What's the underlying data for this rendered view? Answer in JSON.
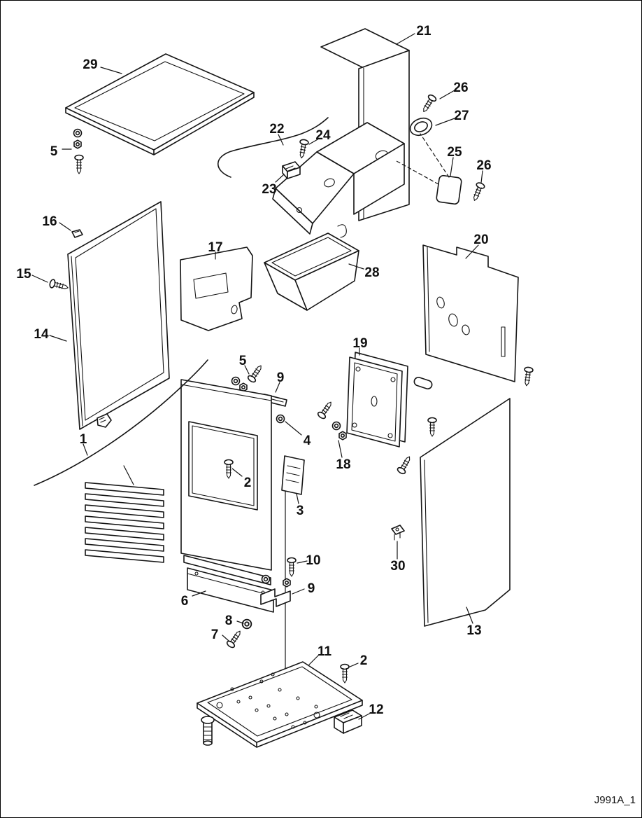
{
  "diagram": {
    "code": "J991A_1",
    "callouts": {
      "c21": "21",
      "c29": "29",
      "c26a": "26",
      "c27": "27",
      "c5a": "5",
      "c22": "22",
      "c24": "24",
      "c25": "25",
      "c26b": "26",
      "c23": "23",
      "c16": "16",
      "c17": "17",
      "c20": "20",
      "c15": "15",
      "c28": "28",
      "c14": "14",
      "c19": "19",
      "c5b": "5",
      "c9a": "9",
      "c4": "4",
      "c18": "18",
      "c1": "1",
      "c2a": "2",
      "c3": "3",
      "c30": "30",
      "c10": "10",
      "c6": "6",
      "c9b": "9",
      "c8": "8",
      "c7": "7",
      "c13": "13",
      "c11": "11",
      "c2b": "2",
      "c12": "12"
    }
  }
}
